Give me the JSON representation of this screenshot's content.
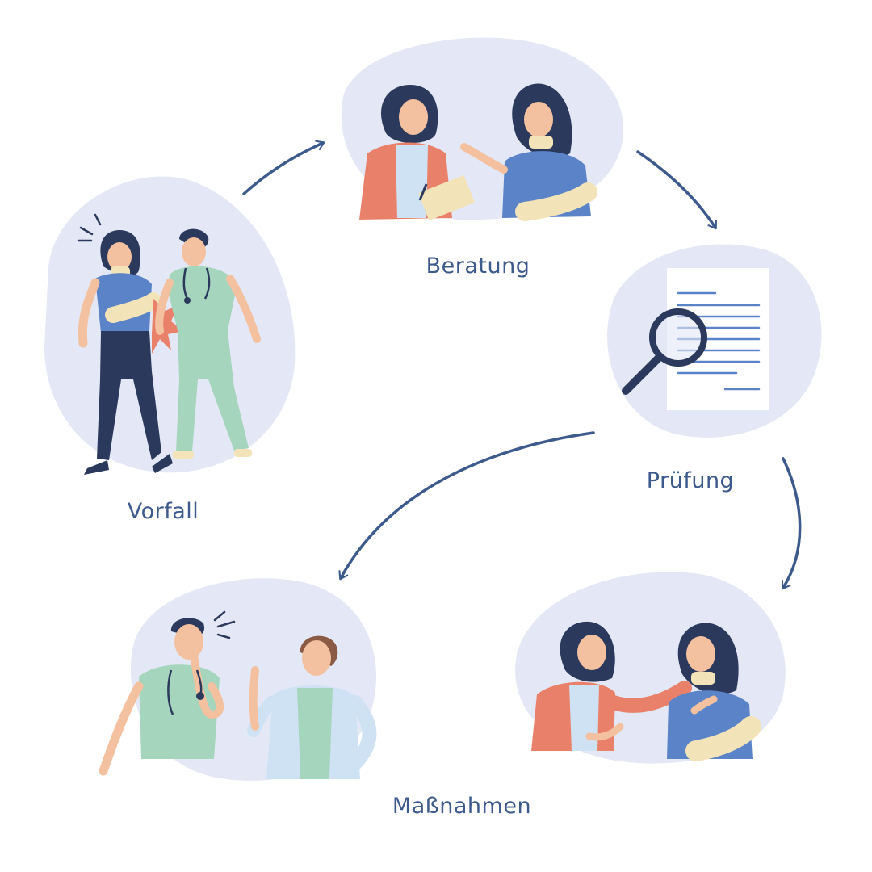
{
  "steps": [
    {
      "key": "vorfall",
      "label": "Vorfall"
    },
    {
      "key": "beratung",
      "label": "Beratung"
    },
    {
      "key": "pruefung",
      "label": "Prüfung"
    },
    {
      "key": "massnahmen",
      "label": "Maßnahmen"
    },
    {
      "key": "loesung",
      "label": ""
    }
  ],
  "colors": {
    "blob": "#e4e8f6",
    "arrow": "#3d5a8c",
    "label": "#3d5a8c",
    "navy": "#2b3a5c",
    "skin": "#f4c1a0",
    "scrub": "#a6d5bd",
    "shirt": "#5b84c8",
    "cardigan": "#e9816a",
    "cast": "#f3e3b8",
    "paper": "#ffffff",
    "coat": "#cfe2f3"
  }
}
